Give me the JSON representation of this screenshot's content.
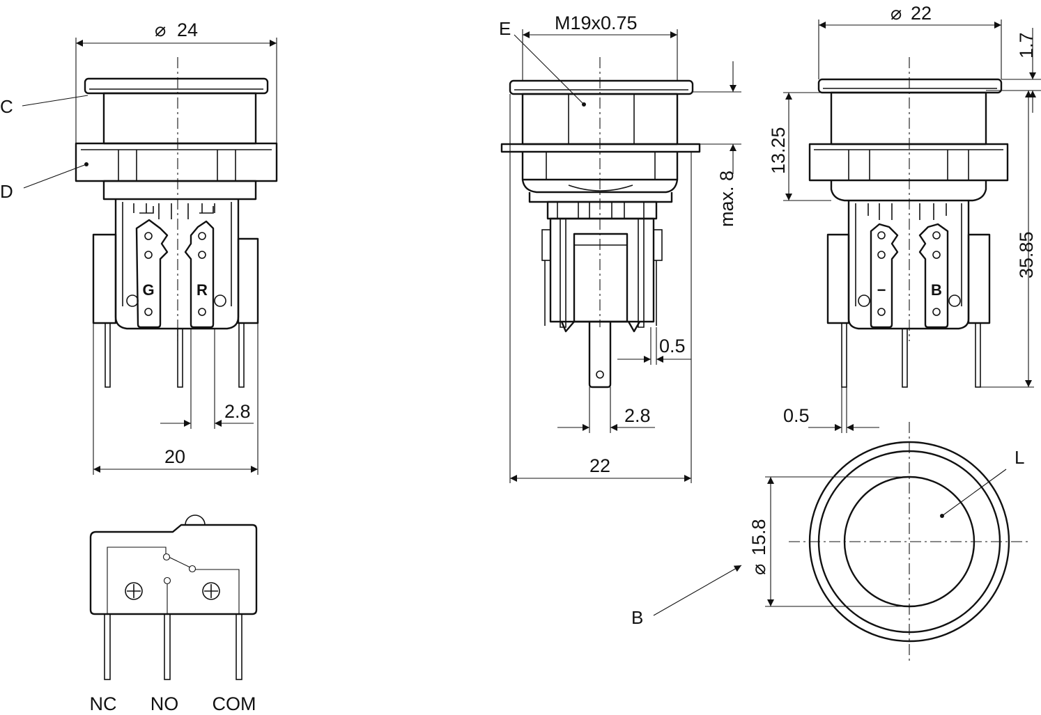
{
  "dimensions": {
    "front_diameter": "24",
    "front_width": "20",
    "front_pin_spacing": "2.8",
    "side_thread": "M19x0.75",
    "side_width": "22",
    "side_pin_spacing": "2.8",
    "side_pin_thickness": "0.5",
    "side_max_depth": "max. 8",
    "rear_diameter": "22",
    "rear_cap_height": "1.7",
    "rear_collar_height": "13.25",
    "rear_total_height": "35.85",
    "rear_pin_thickness": "0.5",
    "top_diameter": "15.8"
  },
  "symbols": {
    "diameter": "⌀"
  },
  "callouts": {
    "c": "C",
    "d": "D",
    "e": "E",
    "l": "L",
    "b": "B"
  },
  "terminal_marks": {
    "g": "G",
    "r": "R",
    "minus": "−",
    "b": "B"
  },
  "schematic_pins": [
    "NC",
    "NO",
    "COM"
  ]
}
